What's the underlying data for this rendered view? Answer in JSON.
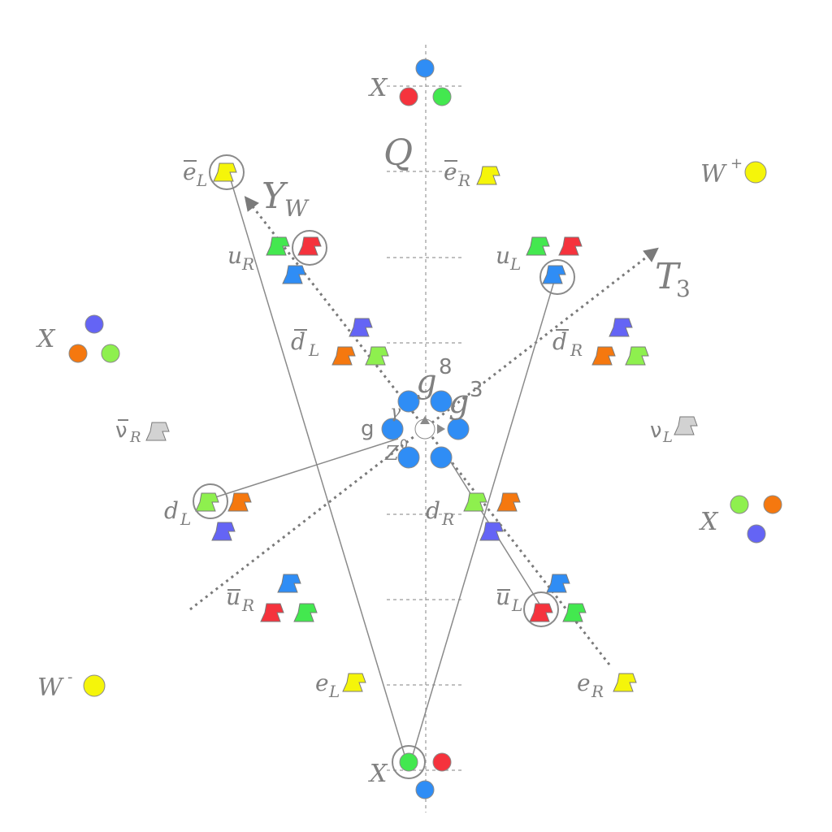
{
  "colors": {
    "blue": "#2f8df5",
    "red": "#f5333d",
    "green": "#43e84f",
    "orange": "#f5780f",
    "violet": "#6464f5",
    "lime": "#8ef04e",
    "yellow": "#f5f50a",
    "gray": "#d2d2d2",
    "white": "#ffffff"
  },
  "axes": {
    "charge": "Q",
    "hypercharge_main": "Y",
    "hypercharge_sub": "W",
    "isospin_main": "T",
    "isospin_sub": "3"
  },
  "labels": {
    "e_bar_L": {
      "main": "e",
      "sub": "L"
    },
    "e_bar_R": {
      "main": "e",
      "sub": "R"
    },
    "W_plus": {
      "main": "W",
      "sup": "+"
    },
    "W_minus": {
      "main": "W",
      "sup": "-"
    },
    "u_R": {
      "main": "u",
      "sub": "R"
    },
    "u_L": {
      "main": "u",
      "sub": "L"
    },
    "d_bar_L": {
      "main": "d",
      "sub": "L"
    },
    "d_bar_R": {
      "main": "d",
      "sub": "R"
    },
    "X_top": "X",
    "X_left": "X",
    "X_right": "X",
    "X_bottom": "X",
    "nu_bar_R": {
      "main": "ν",
      "sub": "R"
    },
    "nu_L": {
      "main": "ν",
      "sub": "L"
    },
    "d_L": {
      "main": "d",
      "sub": "L"
    },
    "d_R": {
      "main": "d",
      "sub": "R"
    },
    "u_bar_R": {
      "main": "u",
      "sub": "R"
    },
    "u_bar_L": {
      "main": "u",
      "sub": "L"
    },
    "e_L": {
      "main": "e",
      "sub": "L"
    },
    "e_R": {
      "main": "e",
      "sub": "R"
    },
    "gluon_8": {
      "main": "g",
      "sup": "8"
    },
    "gluon_3": {
      "main": "g",
      "sup": "3"
    },
    "gluon": "g",
    "gamma": "γ",
    "z0": {
      "main": "Z",
      "sup": "0"
    }
  }
}
